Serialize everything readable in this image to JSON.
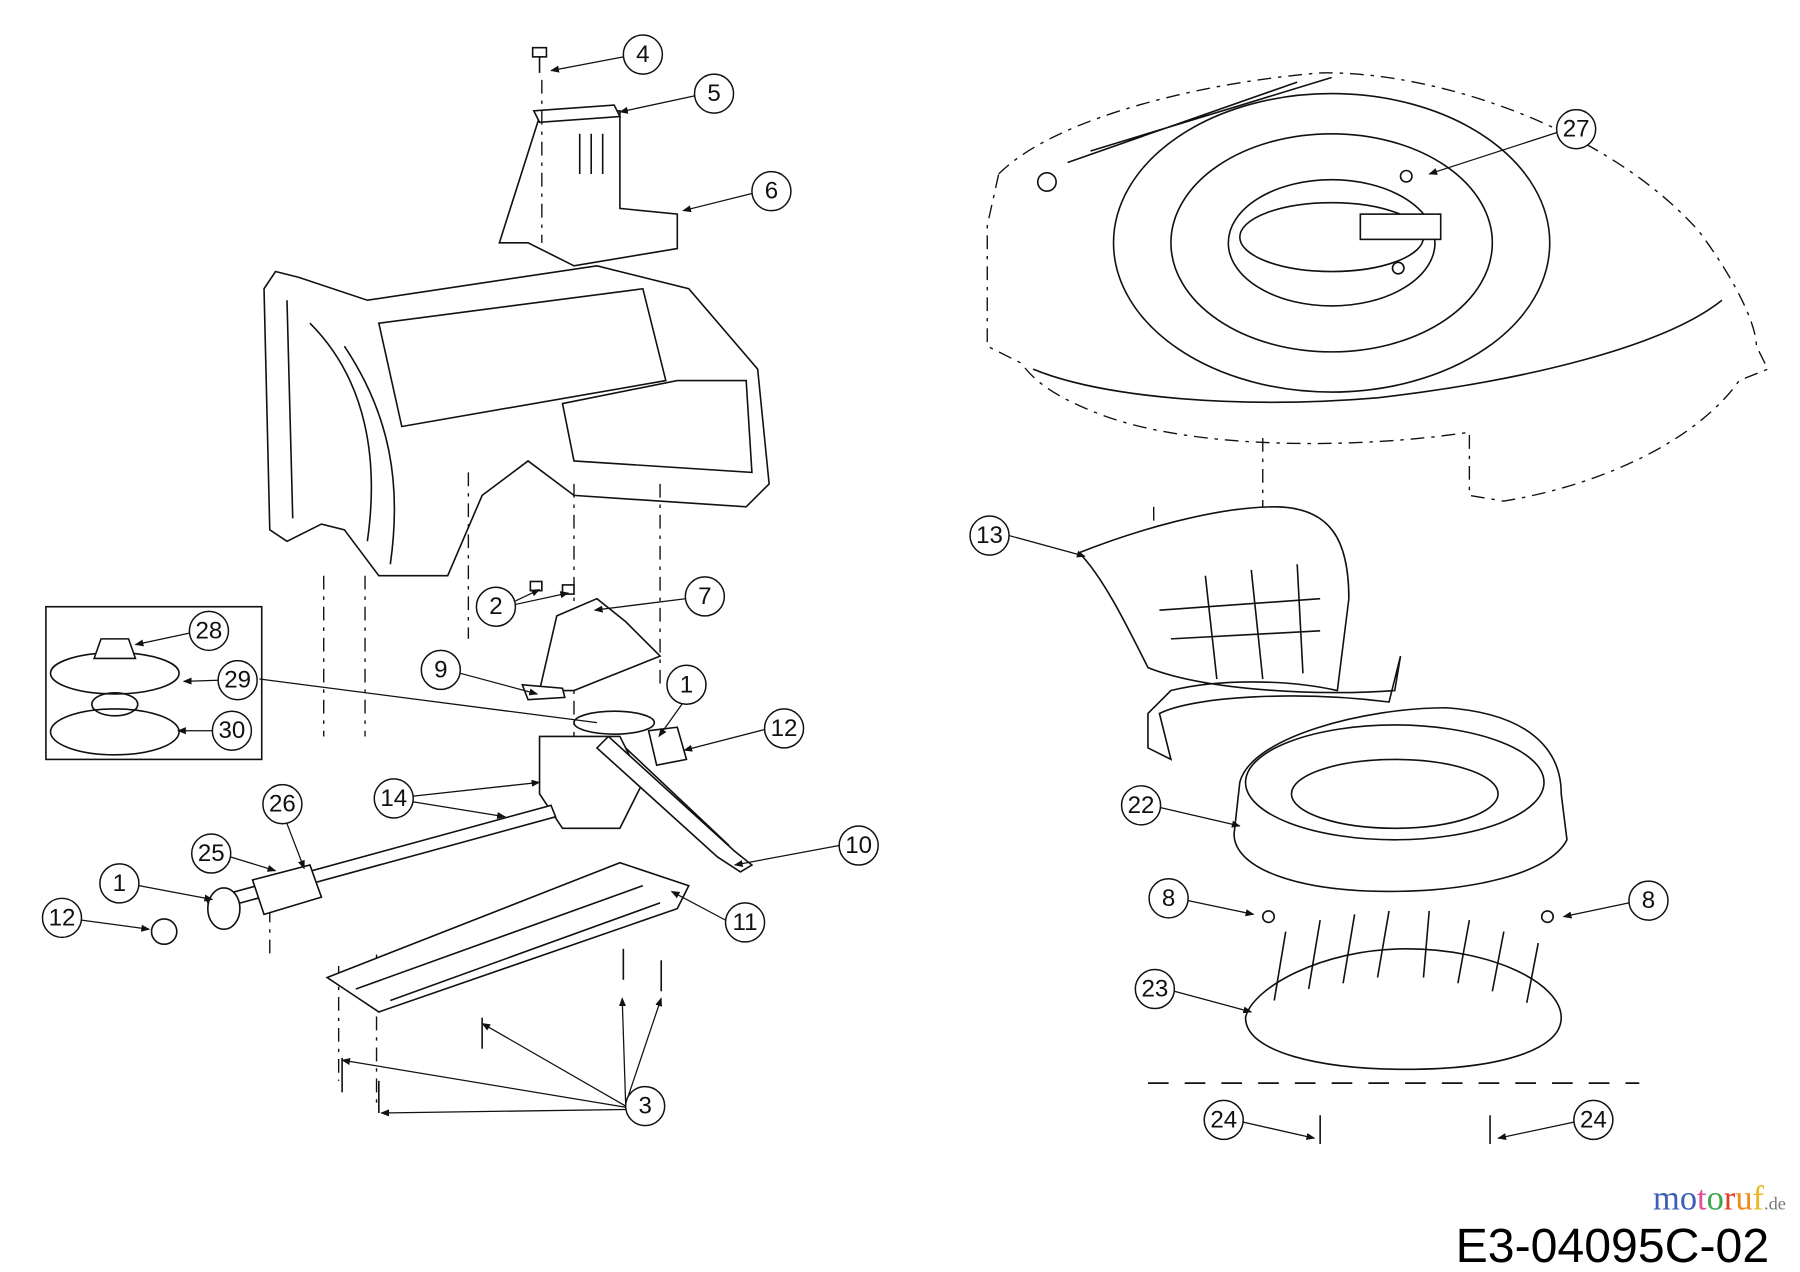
{
  "diagram_code": "E3-04095C-02",
  "watermark": {
    "parts": [
      "m",
      "o",
      "t",
      "o",
      "r",
      "u",
      "f"
    ],
    "suffix": ".de",
    "colors": [
      "#3b5fb5",
      "#3b5fb5",
      "#e0509a",
      "#3aa54a",
      "#e0402a",
      "#f08a1c",
      "#e8b820"
    ]
  },
  "callouts": [
    "4",
    "5",
    "6",
    "27",
    "13",
    "2",
    "7",
    "28",
    "9",
    "29",
    "1",
    "12",
    "30",
    "26",
    "14",
    "25",
    "10",
    "1",
    "22",
    "8",
    "8",
    "12",
    "11",
    "23",
    "3",
    "24",
    "24"
  ]
}
